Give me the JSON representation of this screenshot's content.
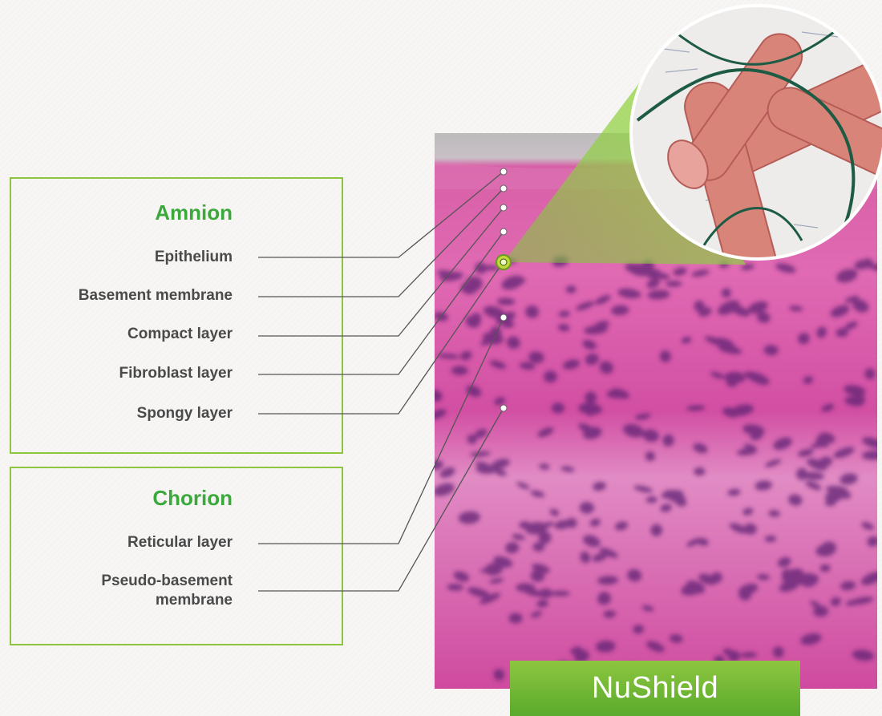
{
  "amnion": {
    "title": "Amnion",
    "layers": [
      "Epithelium",
      "Basement membrane",
      "Compact layer",
      "Fibroblast layer",
      "Spongy layer"
    ]
  },
  "chorion": {
    "title": "Chorion",
    "layers": [
      "Reticular layer",
      "Pseudo-basement membrane"
    ]
  },
  "brand_badge": "NuShield",
  "colors": {
    "accent_green": "#3aa83a",
    "box_border": "#8cc63f",
    "tissue_pink": "#d04a9c",
    "nuclei_purple": "#6a2a78",
    "collagen_pink": "#d9807a",
    "badge_green": "#6bb534"
  },
  "icons": [
    "zoom-callout-icon",
    "collagen-fiber-illustration"
  ]
}
